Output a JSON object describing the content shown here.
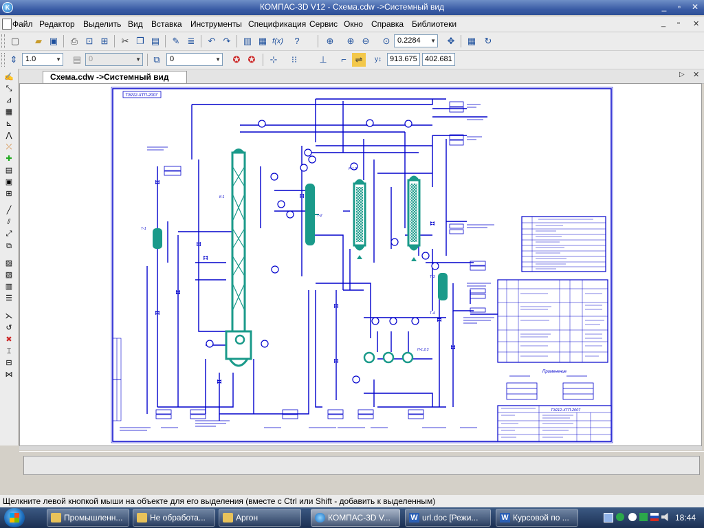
{
  "window": {
    "title": "КОМПАС-3D V12 - Схема.cdw ->Системный вид"
  },
  "menu": [
    "Файл",
    "Редактор",
    "Выделить",
    "Вид",
    "Вставка",
    "Инструменты",
    "Спецификация",
    "Сервис",
    "Окно",
    "Справка",
    "Библиотеки"
  ],
  "toolbar1": {
    "zoom_value": "0.2284"
  },
  "toolbar2": {
    "line_scale": "1.0",
    "layer_value": "0",
    "style_value": "0",
    "coord_x": "913.675",
    "coord_y": "402.681"
  },
  "document_tab": {
    "label": "Схема.cdw ->Системный вид"
  },
  "drawing": {
    "title_stamp": "ТЭ212-ХТП-2007",
    "stamp_doc_code": "ТЭ212-ХТП-2007",
    "legend_title": "Применение",
    "equipment_labels": [
      "Т-1",
      "Т-2",
      "К-1",
      "Т-3",
      "Т-4",
      "Р-1,2",
      "Н-1,2,3"
    ]
  },
  "status": {
    "hint": "Щелкните левой кнопкой мыши на объекте для его выделения (вместе с Ctrl или Shift - добавить к выделенным)"
  },
  "taskbar": {
    "items": [
      {
        "label": "Промышленн...",
        "icon": "folder"
      },
      {
        "label": "Не обработа...",
        "icon": "folder"
      },
      {
        "label": "Аргон",
        "icon": "folder"
      },
      {
        "label": "КОМПАС-3D V...",
        "icon": "kompas"
      },
      {
        "label": "url.doc [Режи...",
        "icon": "word"
      },
      {
        "label": "Курсовой по ...",
        "icon": "word"
      }
    ],
    "clock": "18:44"
  },
  "colors": {
    "title_bar": "#3b5da6",
    "drawing_blue": "#0000cc",
    "drawing_teal": "#1a9a8a",
    "taskbar": "#1b2f52"
  }
}
